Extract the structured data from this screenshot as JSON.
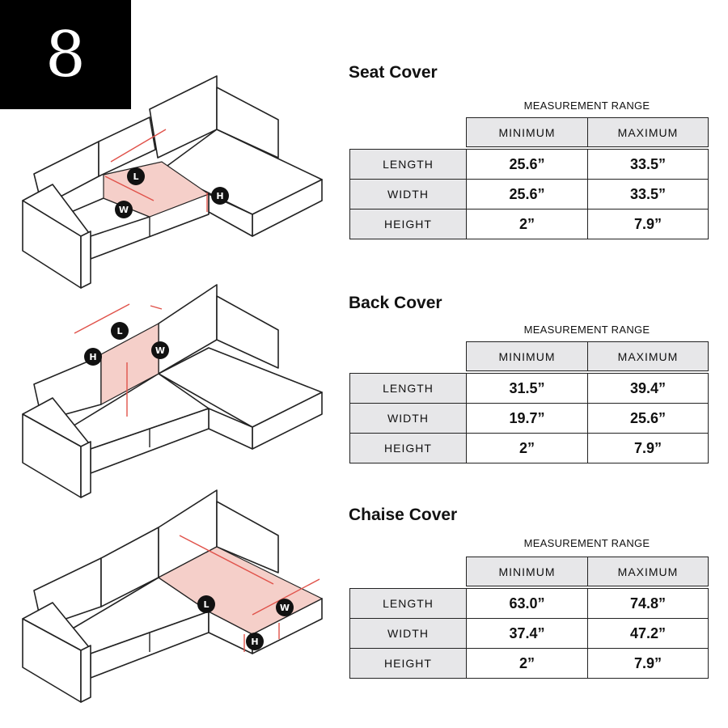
{
  "badge": {
    "number": "8"
  },
  "diagram_letters": {
    "length": "L",
    "width": "W",
    "height": "H"
  },
  "colors": {
    "highlight": "#f5cfc9",
    "dimension_line": "#e0524a",
    "outline": "#222222",
    "header_fill": "#e7e7e9"
  },
  "sections": [
    {
      "title": "Seat Cover",
      "range_label": "MEASUREMENT RANGE",
      "columns": [
        "MINIMUM",
        "MAXIMUM"
      ],
      "rows": [
        {
          "label": "LENGTH",
          "min": "25.6”",
          "max": "33.5”"
        },
        {
          "label": "WIDTH",
          "min": "25.6”",
          "max": "33.5”"
        },
        {
          "label": "HEIGHT",
          "min": "2”",
          "max": "7.9”"
        }
      ]
    },
    {
      "title": "Back Cover",
      "range_label": "MEASUREMENT RANGE",
      "columns": [
        "MINIMUM",
        "MAXIMUM"
      ],
      "rows": [
        {
          "label": "LENGTH",
          "min": "31.5”",
          "max": "39.4”"
        },
        {
          "label": "WIDTH",
          "min": "19.7”",
          "max": "25.6”"
        },
        {
          "label": "HEIGHT",
          "min": "2”",
          "max": "7.9”"
        }
      ]
    },
    {
      "title": "Chaise Cover",
      "range_label": "MEASUREMENT RANGE",
      "columns": [
        "MINIMUM",
        "MAXIMUM"
      ],
      "rows": [
        {
          "label": "LENGTH",
          "min": "63.0”",
          "max": "74.8”"
        },
        {
          "label": "WIDTH",
          "min": "37.4”",
          "max": "47.2”"
        },
        {
          "label": "HEIGHT",
          "min": "2”",
          "max": "7.9”"
        }
      ]
    }
  ]
}
